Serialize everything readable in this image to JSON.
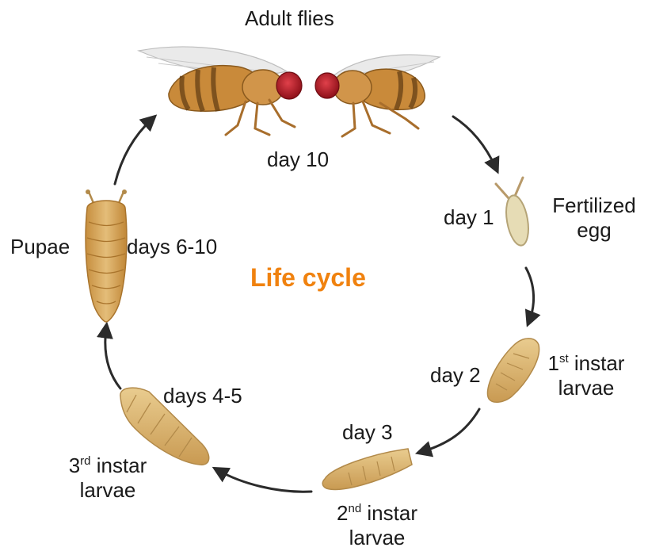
{
  "title": "Life cycle",
  "colors": {
    "accent": "#f0820f",
    "arrow": "#2b2b2b",
    "body": "#c98a3a",
    "larva": "#d9b26e",
    "eye": "#b01c25"
  },
  "labels": {
    "adult": "Adult flies",
    "day10": "day 10",
    "egg_line1": "Fertilized",
    "egg_line2": "egg",
    "day1": "day 1",
    "day2": "day 2",
    "first_num": "1",
    "first_sup": "st",
    "first_rest": " instar",
    "first_line2": "larvae",
    "day3": "day 3",
    "second_num": "2",
    "second_sup": "nd",
    "second_rest": " instar",
    "second_line2": "larvae",
    "days45": "days 4-5",
    "third_num": "3",
    "third_sup": "rd",
    "third_rest": " instar",
    "third_line2": "larvae",
    "pupae": "Pupae",
    "days610": "days 6-10"
  },
  "stages": [
    {
      "name": "Adult flies",
      "icon": "fruit-fly-pair-icon"
    },
    {
      "name": "Fertilized egg",
      "icon": "egg-icon"
    },
    {
      "name": "1st instar larvae",
      "icon": "larva-icon"
    },
    {
      "name": "2nd instar larvae",
      "icon": "larva-icon"
    },
    {
      "name": "3rd instar larvae",
      "icon": "larva-icon"
    },
    {
      "name": "Pupae",
      "icon": "pupa-icon"
    }
  ]
}
